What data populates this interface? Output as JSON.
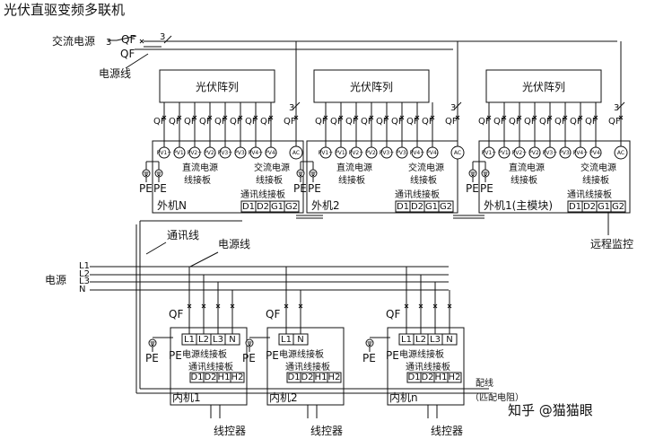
{
  "title": "光伏直驱变频多联机",
  "labels": {
    "ac_power": "交流电源",
    "qf": "QF",
    "three": "3",
    "power_line": "电源线",
    "pv_array": "光伏阵列",
    "dc_board_1": "直流电源",
    "dc_board_2": "线接板",
    "ac_board_1": "交流电源",
    "ac_board_2": "线接板",
    "comm_board": "通讯线接板",
    "pe": "PE",
    "outdoor_n": "外机N",
    "outdoor_2": "外机2",
    "outdoor_1": "外机1(主模块)",
    "remote_monitor": "远程监控",
    "comm_line": "通讯线",
    "power": "电源",
    "L1": "L1",
    "L2": "L2",
    "L3": "L3",
    "N": "N",
    "power_terminal": "电源线接板",
    "indoor_1": "内机1",
    "indoor_2": "内机2",
    "indoor_n": "内机n",
    "controller": "线控器",
    "wiring": "配线",
    "match_res": "（匹配电阻）",
    "watermark": "知乎 @猫猫眼"
  },
  "terminals": {
    "pv": [
      "PV1+",
      "PV1-",
      "PV2+",
      "PV2-",
      "PV3+",
      "PV3-",
      "PV4+",
      "PV4-"
    ],
    "ac": "AC",
    "comm": [
      "D1",
      "D2",
      "G1",
      "G2"
    ],
    "indoor_power_3ph": [
      "L1",
      "L2",
      "L3",
      "N"
    ],
    "indoor_power_1ph": [
      "L1",
      "N"
    ],
    "indoor_comm": [
      "D1",
      "D2",
      "H1",
      "H2"
    ]
  },
  "colors": {
    "line": "#111111",
    "bg": "#ffffff",
    "watermark": "#c8c8c8"
  }
}
